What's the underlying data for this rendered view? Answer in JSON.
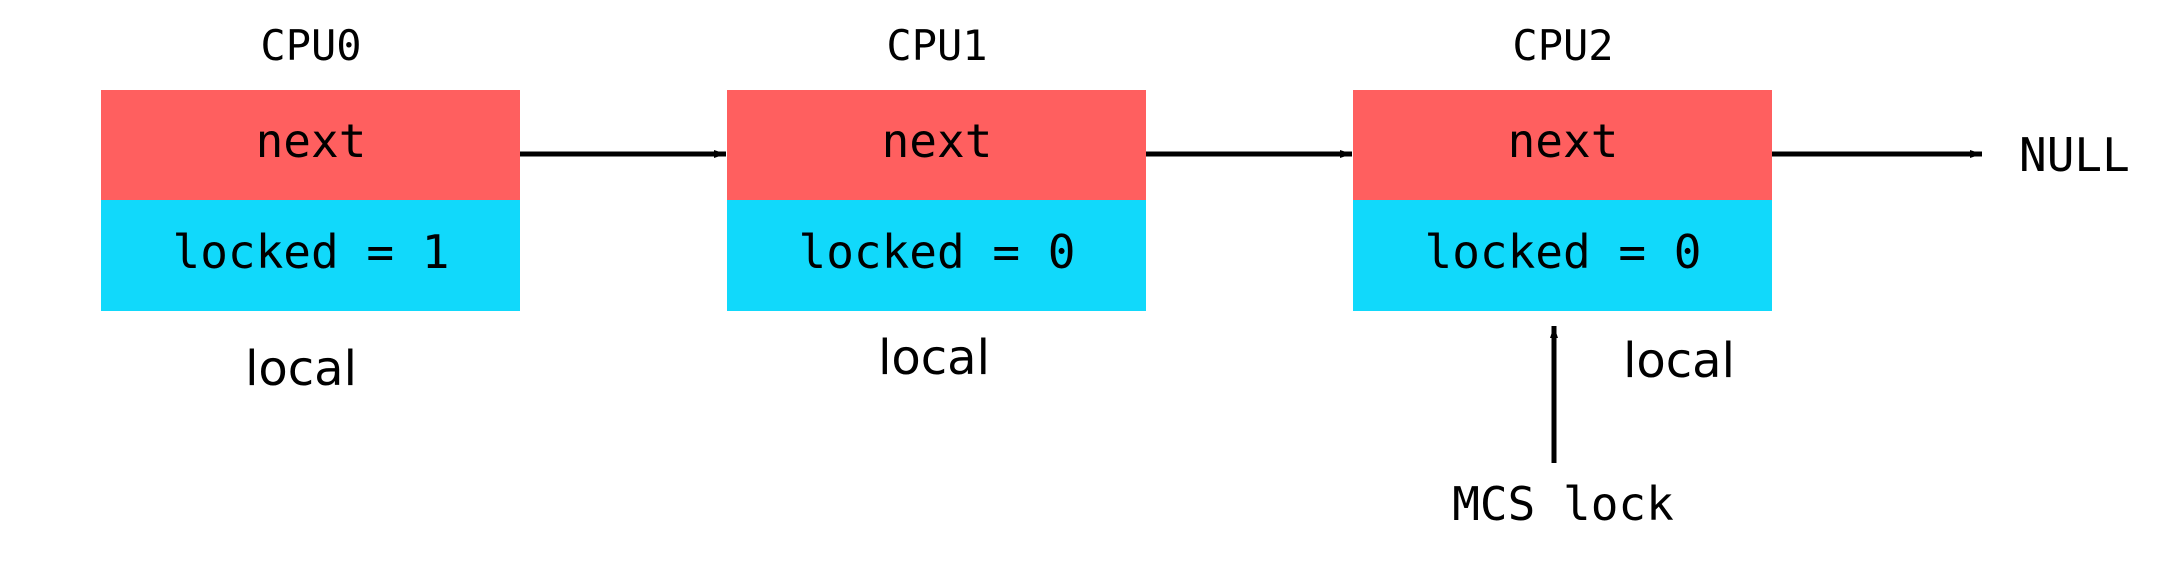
{
  "nodes": [
    {
      "cpu_label": "CPU0",
      "next_label": "next",
      "locked_label": "locked = 1",
      "local_label": "local"
    },
    {
      "cpu_label": "CPU1",
      "next_label": "next",
      "locked_label": "locked = 0",
      "local_label": "local"
    },
    {
      "cpu_label": "CPU2",
      "next_label": "next",
      "locked_label": "locked = 0",
      "local_label": "local"
    }
  ],
  "null_label": "NULL",
  "lock_label": "MCS lock",
  "colors": {
    "next_fill": "#ff5f5f",
    "locked_fill": "#11d9fb",
    "arrow": "#000000",
    "text": "#000000"
  }
}
